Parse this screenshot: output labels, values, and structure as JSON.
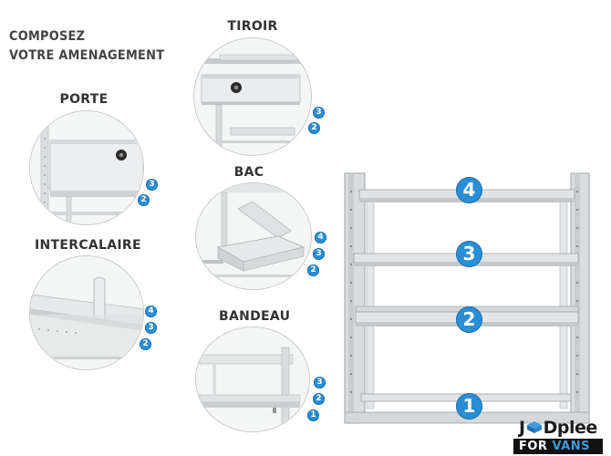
{
  "headline": {
    "line1": "COMPOSEZ",
    "line2": "VOTRE AMENAGEMENT"
  },
  "options": {
    "tiroir": {
      "title": "TIROIR",
      "levels": [
        "3",
        "2"
      ]
    },
    "porte": {
      "title": "PORTE",
      "levels": [
        "3",
        "2"
      ]
    },
    "bac": {
      "title": "BAC",
      "levels": [
        "4",
        "3",
        "2"
      ]
    },
    "intercalaire": {
      "title": "INTERCALAIRE",
      "levels": [
        "4",
        "3",
        "2"
      ]
    },
    "bandeau": {
      "title": "BANDEAU",
      "levels": [
        "3",
        "2",
        "1"
      ]
    }
  },
  "rack": {
    "levels": [
      "4",
      "3",
      "2",
      "1"
    ]
  },
  "logo": {
    "top_j": "J",
    "top_rest": "Dplee",
    "bottom_for": "FOR ",
    "bottom_vans": "VANS"
  },
  "colors": {
    "badge": "#2a8ed4",
    "metal": "#d9dcdd",
    "metal_dark": "#9ea3a6",
    "logo_accent": "#3a9be0"
  },
  "icons": {
    "logo_mark": "cube-icon"
  }
}
